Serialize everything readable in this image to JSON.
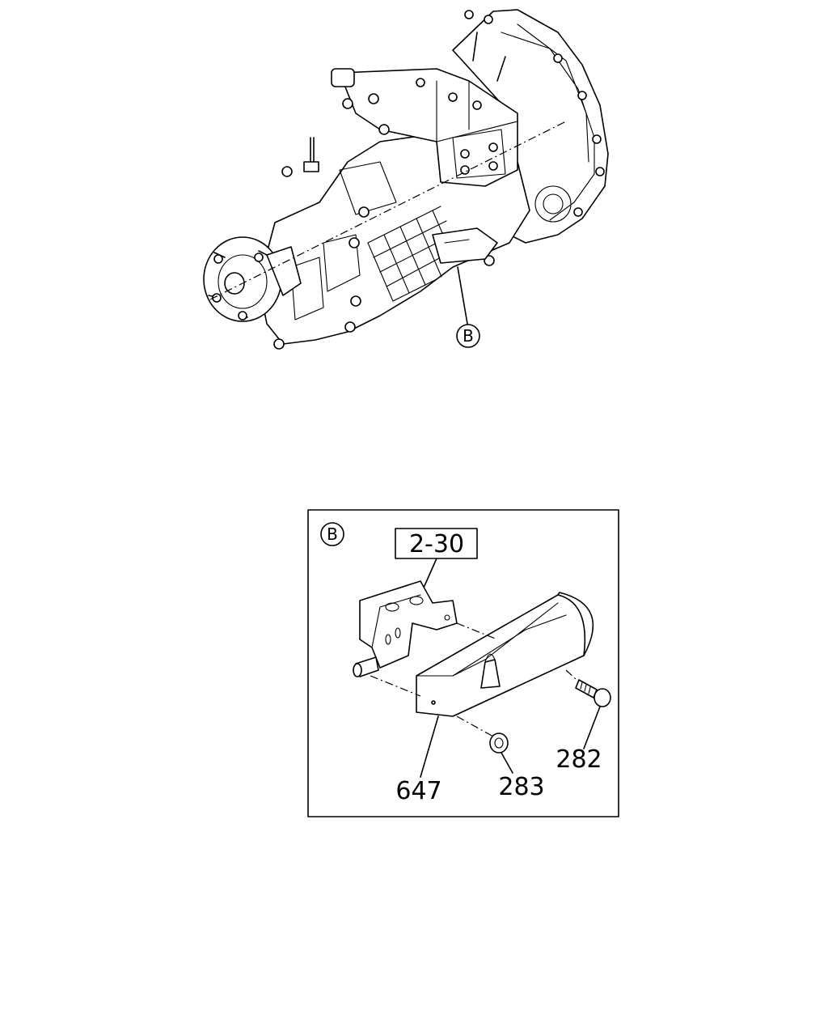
{
  "callouts": {
    "main_view_ref": "B",
    "detail_ref": "B",
    "ref_box": "2-30",
    "part_647": "647",
    "part_283": "283",
    "part_282": "282"
  },
  "icons": {
    "transmission": "transmission-assembly-drawing",
    "bracket": "mounting-bracket-drawing",
    "cover": "cover-plate-drawing",
    "bolt": "flange-bolt-drawing",
    "nut": "flange-nut-drawing"
  }
}
